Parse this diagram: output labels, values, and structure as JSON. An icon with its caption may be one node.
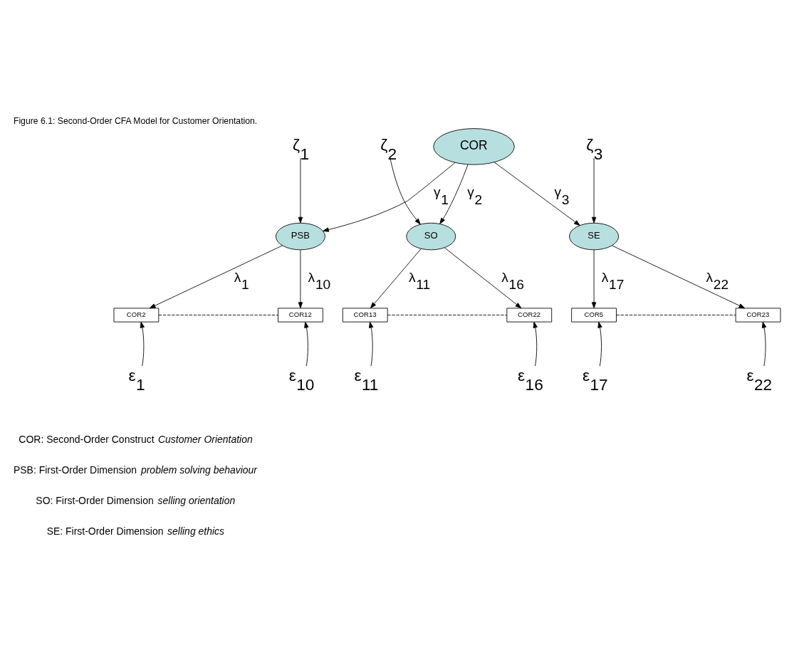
{
  "diagram": {
    "title": "Figure 6.1: Second-Order CFA Model for Customer Orientation.",
    "nodes": [
      {
        "text": [
          "COR"
        ]
      },
      {
        "text": [
          "PSB"
        ]
      },
      {
        "text": [
          "SO"
        ]
      },
      {
        "text": [
          "SE"
        ]
      },
      {
        "text": [
          "COR2"
        ]
      },
      {
        "text": [
          "COR12"
        ]
      },
      {
        "text": [
          "COR13"
        ]
      },
      {
        "text": [
          "COR22"
        ]
      },
      {
        "text": [
          "COR5"
        ]
      },
      {
        "text": [
          "COR23"
        ]
      },
      {
        "text": [
          "ζ$_{1}$"
        ]
      },
      {
        "text": [
          "ζ$_{2}$"
        ]
      },
      {
        "text": [
          "ζ$_{3}$"
        ]
      },
      {
        "text": [
          "ε$_{1}$"
        ]
      },
      {
        "text": [
          "ε$_{10}$"
        ]
      },
      {
        "text": [
          "ε$_{11}$"
        ]
      },
      {
        "text": [
          "ε$_{16}$"
        ]
      },
      {
        "text": [
          "ε$_{17}$"
        ]
      },
      {
        "text": [
          "ε$_{22}$"
        ]
      }
    ],
    "edges": [
      {
        "from": 0,
        "to": 1,
        "arrow": "to",
        "label": "γ$_{1}$"
      },
      {
        "from": 0,
        "to": 2,
        "arrow": "to",
        "label": "γ$_{2}$"
      },
      {
        "from": 0,
        "to": 3,
        "arrow": "to",
        "label": "γ$_{3}$"
      },
      {
        "from": 10,
        "to": 1,
        "arrow": "to"
      },
      {
        "from": 11,
        "to": 2,
        "arrow": "to"
      },
      {
        "from": 12,
        "to": 3,
        "arrow": "to"
      },
      {
        "from": 1,
        "to": 4,
        "arrow": "to",
        "label": "λ$_{1}$"
      },
      {
        "from": 1,
        "to": 5,
        "arrow": "to",
        "label": "λ$_{10}$"
      },
      {
        "from": 2,
        "to": 6,
        "arrow": "to",
        "label": "λ$_{11}$"
      },
      {
        "from": 2,
        "to": 7,
        "arrow": "to",
        "label": "λ$_{16}$"
      },
      {
        "from": 3,
        "to": 8,
        "arrow": "to",
        "label": "λ$_{17}$"
      },
      {
        "from": 3,
        "to": 9,
        "arrow": "to",
        "label": "λ$_{22}$"
      },
      {
        "from": 4,
        "to": 5,
        "arrow": "none",
        "style": "dashed"
      },
      {
        "from": 6,
        "to": 7,
        "arrow": "none",
        "style": "dashed"
      },
      {
        "from": 8,
        "to": 9,
        "arrow": "none",
        "style": "dashed"
      },
      {
        "from": 13,
        "to": 4,
        "arrow": "to"
      },
      {
        "from": 14,
        "to": 5,
        "arrow": "to"
      },
      {
        "from": 15,
        "to": 6,
        "arrow": "to"
      },
      {
        "from": 16,
        "to": 7,
        "arrow": "to"
      },
      {
        "from": 17,
        "to": 8,
        "arrow": "to"
      },
      {
        "from": 18,
        "to": 9,
        "arrow": "to"
      }
    ],
    "labels": [
      "COR: Second-Order Construct *Customer Orientation*",
      "PSB: First-Order Dimension *problem solving behaviour*",
      "SO: First-Order Dimension *selling orientation*",
      "SE: First-Order Dimension *selling ethics*"
    ]
  }
}
